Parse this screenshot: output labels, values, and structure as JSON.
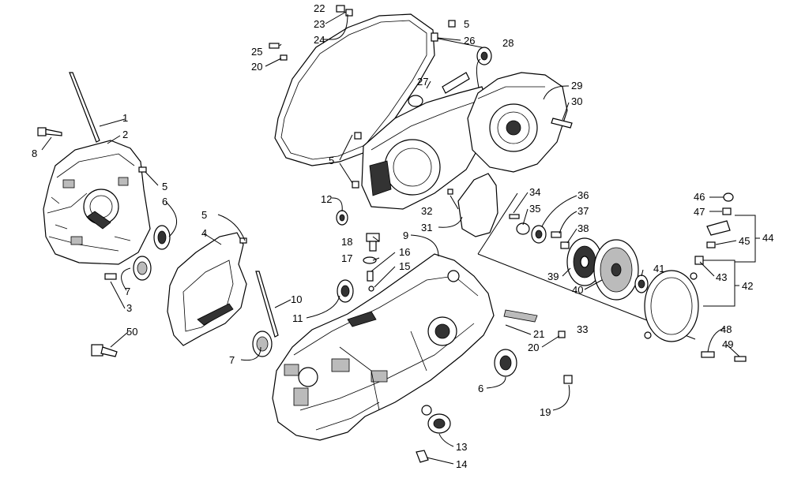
{
  "callouts": [
    "1",
    "2",
    "3",
    "5",
    "6",
    "7",
    "8",
    "50",
    "4",
    "5",
    "7",
    "10",
    "11",
    "12",
    "9",
    "18",
    "17",
    "16",
    "15",
    "22",
    "23",
    "24",
    "25",
    "20",
    "5",
    "26",
    "28",
    "27",
    "29",
    "30",
    "5",
    "31",
    "32",
    "34",
    "35",
    "36",
    "37",
    "38",
    "39",
    "40",
    "41",
    "33",
    "21",
    "20",
    "6",
    "13",
    "14",
    "19",
    "46",
    "47",
    "45",
    "44",
    "43",
    "42",
    "48",
    "49"
  ]
}
